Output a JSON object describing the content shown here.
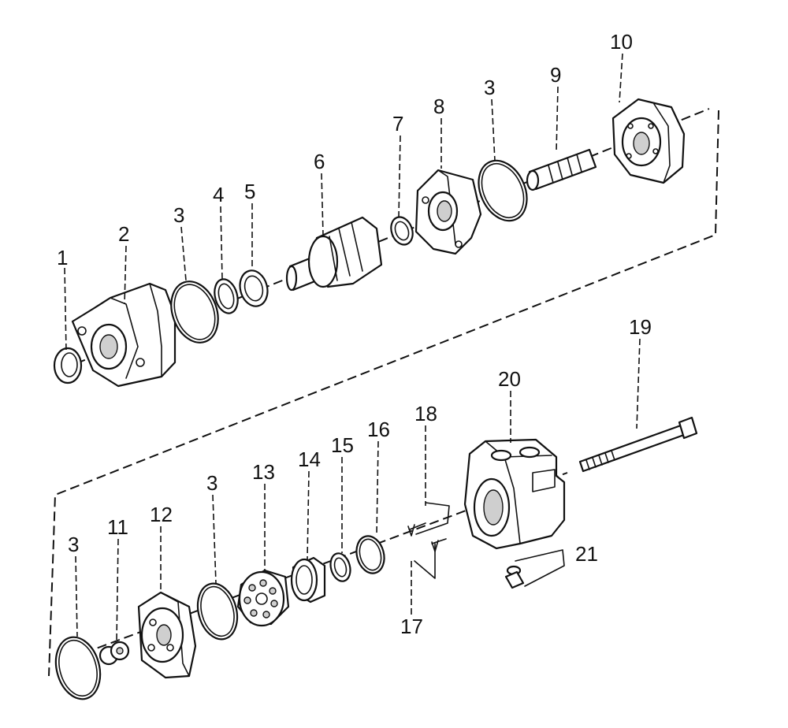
{
  "callouts": {
    "c1": "1",
    "c2": "2",
    "c3a": "3",
    "c4": "4",
    "c5": "5",
    "c6": "6",
    "c7": "7",
    "c8": "8",
    "c3b": "3",
    "c9": "9",
    "c10": "10",
    "c19": "19",
    "c20": "20",
    "c18": "18",
    "c16": "16",
    "c15": "15",
    "c14": "14",
    "c13": "13",
    "c3c": "3",
    "c12": "12",
    "c11": "11",
    "c3d": "3",
    "c17": "17",
    "c21": "21"
  }
}
